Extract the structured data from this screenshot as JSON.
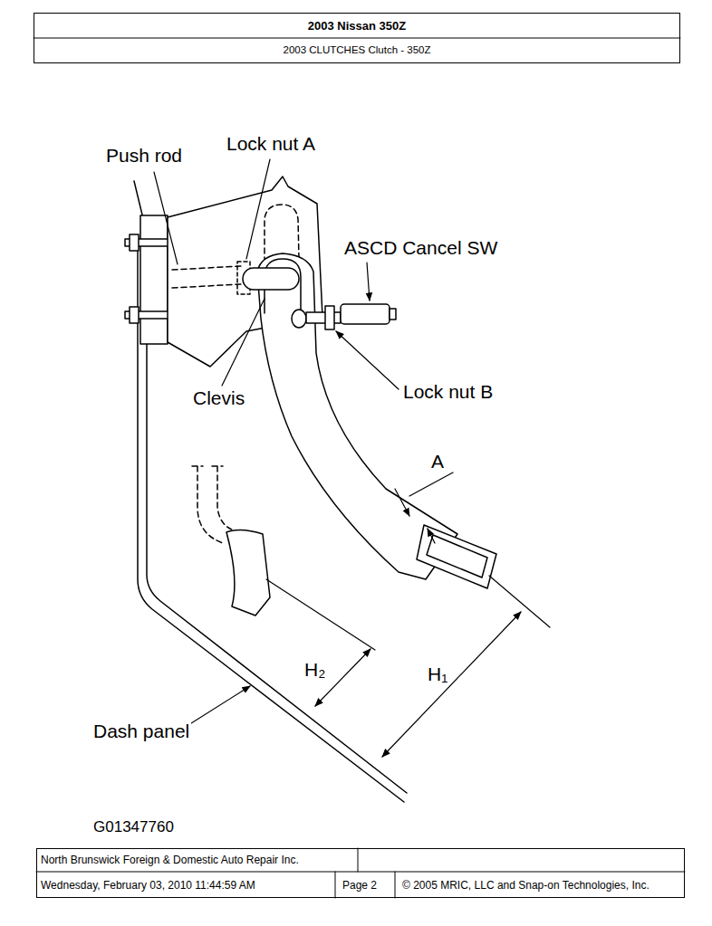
{
  "diagram": {
    "nodes": [
      {
        "text": [
          "2003 Nissan 350Z",
          "2003 CLUTCHES Clutch - 350Z"
        ]
      },
      {
        "text": [
          "North Brunswick Foreign & Domestic Auto Repair Inc.",
          "Wednesday, February 03, 2010 11:44:59 AM",
          "Page 2",
          "© 2005 MRIC, LLC and Snap-on Technologies, Inc."
        ]
      }
    ],
    "labels": [
      "Push rod",
      "Lock nut A",
      "ASCD Cancel SW",
      "Clevis",
      "Lock nut B",
      "A",
      "H₂",
      "H₁",
      "Dash panel",
      "G01347760"
    ]
  }
}
